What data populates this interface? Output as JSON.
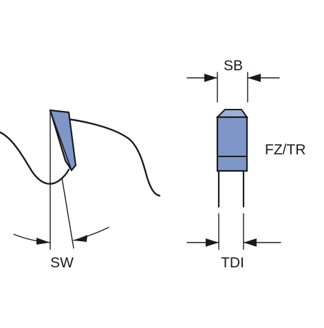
{
  "diagram": {
    "labels": {
      "sw": "SW",
      "sb": "SB",
      "fz_tr": "FZ/TR",
      "tdi": "TDI"
    },
    "colors": {
      "tooth_fill": "#7f96c8",
      "tooth_fill_light": "#9bb0da",
      "line": "#1a1a1a",
      "background": "#ffffff"
    }
  }
}
